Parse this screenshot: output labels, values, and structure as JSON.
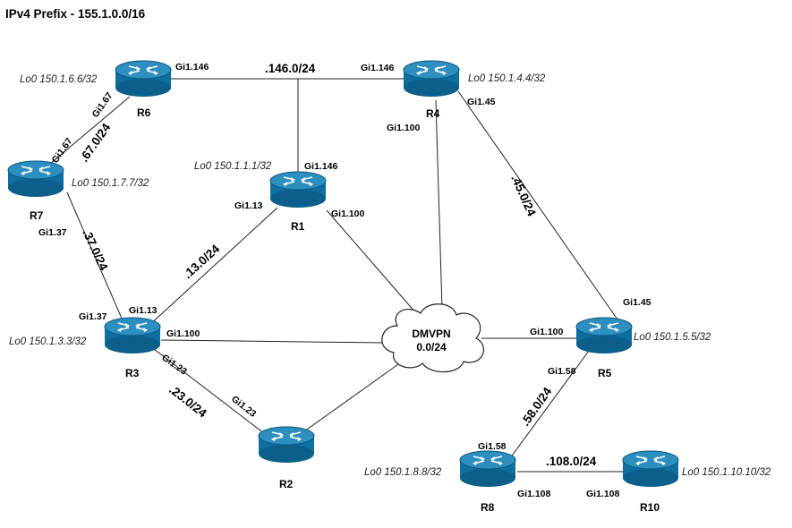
{
  "title": "IPv4 Prefix - 155.1.0.0/16",
  "colors": {
    "router_body": "#0f6fa0",
    "router_top": "#2d8fc0",
    "router_rim": "#0a5580",
    "link": "#222222"
  },
  "routers": {
    "R1": {
      "name": "R1",
      "loopback": "Lo0 150.1.1.1/32"
    },
    "R2": {
      "name": "R2"
    },
    "R3": {
      "name": "R3",
      "loopback": "Lo0 150.1.3.3/32"
    },
    "R4": {
      "name": "R4",
      "loopback": "Lo0 150.1.4.4/32"
    },
    "R5": {
      "name": "R5",
      "loopback": "Lo0 150.1.5.5/32"
    },
    "R6": {
      "name": "R6",
      "loopback": "Lo0 150.1.6.6/32"
    },
    "R7": {
      "name": "R7",
      "loopback": "Lo0 150.1.7.7/32"
    },
    "R8": {
      "name": "R8",
      "loopback": "Lo0 150.1.8.8/32"
    },
    "R10": {
      "name": "R10",
      "loopback": "Lo0 150.1.10.10/32"
    }
  },
  "cloud": {
    "line1": "DMVPN",
    "line2": "0.0/24"
  },
  "subnets": {
    "r6_r4": ".146.0/24",
    "r6_r7": ".67.0/24",
    "r7_r3": ".37.0/24",
    "r3_r1": ".13.0/24",
    "r3_r2": ".23.0/24",
    "r4_r5": ".45.0/24",
    "r5_r8": ".58.0/24",
    "r8_r10": ".108.0/24"
  },
  "interfaces": {
    "r6_gi146": "Gi1.146",
    "r6_gi67": "Gi1.67",
    "r4_gi146": "Gi1.146",
    "r4_gi45": "Gi1.45",
    "r4_gi100": "Gi1.100",
    "r1_gi146": "Gi1.146",
    "r1_gi13": "Gi1.13",
    "r1_gi100": "Gi1.100",
    "r7_gi67": "Gi1.67",
    "r7_gi37": "Gi1.37",
    "r3_gi37": "Gi1.37",
    "r3_gi13": "Gi1.13",
    "r3_gi100": "Gi1.100",
    "r3_gi23": "Gi1.23",
    "r2_gi23": "Gi1.23",
    "r5_gi45": "Gi1.45",
    "r5_gi100": "Gi1.100",
    "r5_gi58": "Gi1.58",
    "r8_gi58": "Gi1.58",
    "r8_gi108": "Gi1.108",
    "r10_gi108": "Gi1.108"
  }
}
